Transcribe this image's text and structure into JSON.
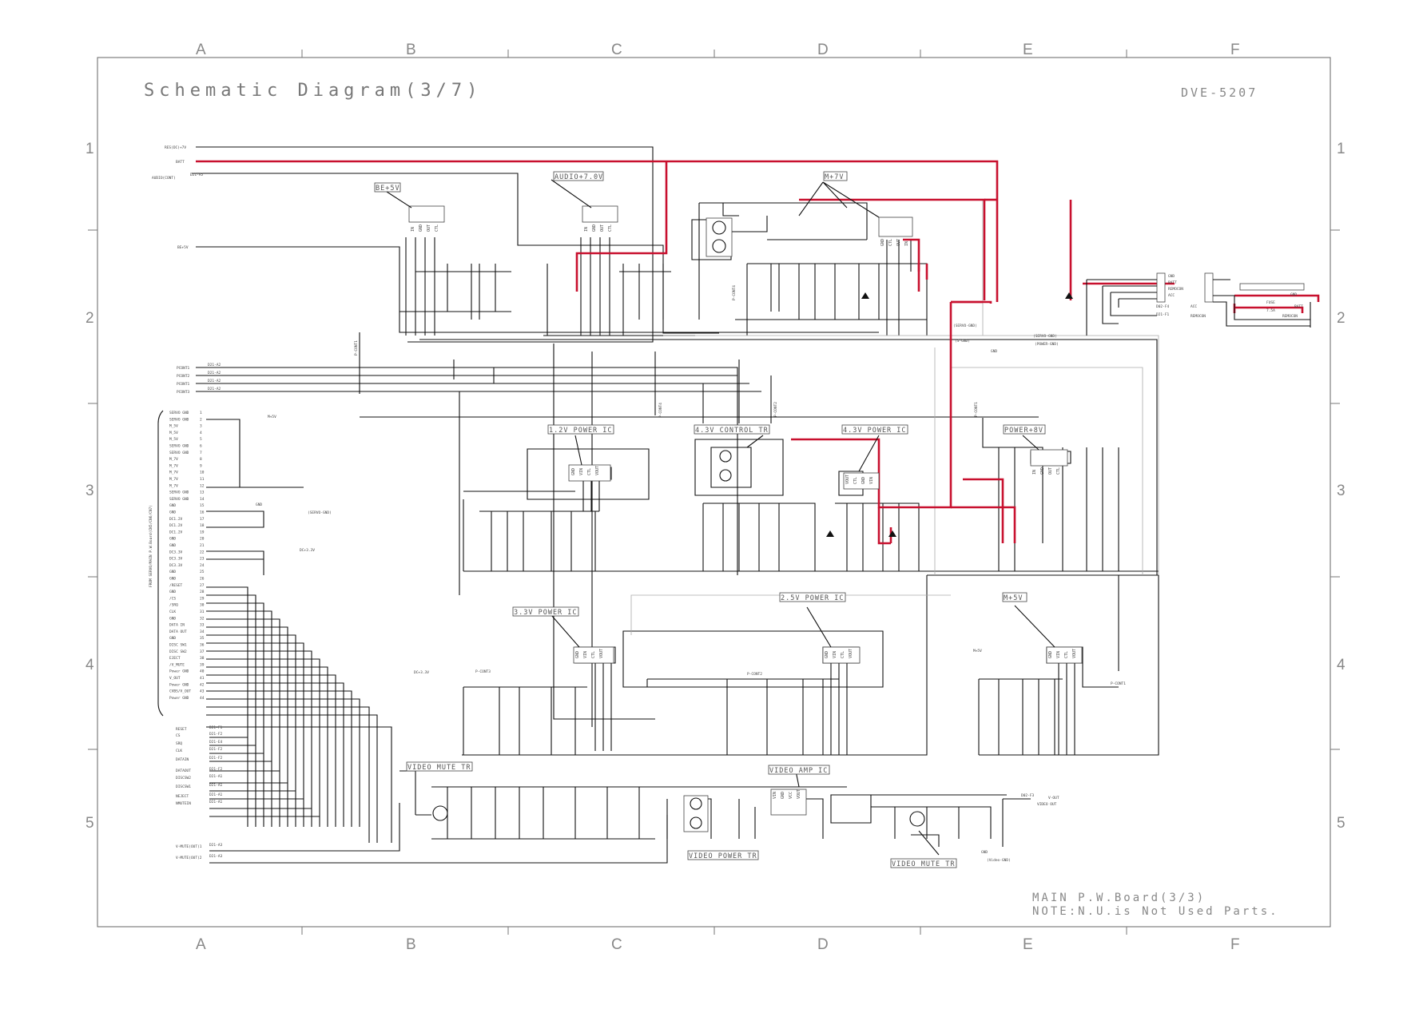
{
  "title": "Schematic Diagram(3/7)",
  "model": "DVE-5207",
  "grid": {
    "columns": [
      "A",
      "B",
      "C",
      "D",
      "E",
      "F"
    ],
    "rows": [
      "1",
      "2",
      "3",
      "4",
      "5"
    ]
  },
  "blocks": {
    "be5v": "BE+5V",
    "audio7v": "AUDIO+7.0V",
    "m7v": "M+7V",
    "p12v": "1.2V POWER IC",
    "control43": "4.3V CONTROL TR",
    "p43v": "4.3V POWER IC",
    "power8v": "POWER+8V",
    "p33v": "3.3V POWER IC",
    "p25v": "2.5V POWER IC",
    "m5v": "M+5V",
    "video_mute_1": "VIDEO MUTE TR",
    "video_amp": "VIDEO AMP IC",
    "video_power": "VIDEO POWER TR",
    "video_mute_2": "VIDEO MUTE TR"
  },
  "left_top_ports": [
    "RES(DC)+7V",
    "BATT",
    "AUDIO(CONT)",
    "BE+5V"
  ],
  "left_top_refs": [
    "D21-A5"
  ],
  "pcont_ports": [
    {
      "label": "PCONT1",
      "ref": "D21-A2"
    },
    {
      "label": "PCONT2",
      "ref": "D21-A2"
    },
    {
      "label": "PCONT1",
      "ref": "D21-A2"
    },
    {
      "label": "PCONT3",
      "ref": "D21-A2"
    }
  ],
  "connector_vertical_label": "FROM SERVO/MAIN P.W.Board(CN5/CN6/CN7)",
  "connector_pins": [
    "SERVO GND",
    "SERVO GND",
    "M_5V",
    "M_5V",
    "M_5V",
    "SERVO GND",
    "SERVO GND",
    "M_7V",
    "M_7V",
    "M_7V",
    "M_7V",
    "M_7V",
    "SERVO GND",
    "SERVO GND",
    "GND",
    "GND",
    "DC1.2V",
    "DC1.2V",
    "DC1.2V",
    "GND",
    "GND",
    "DC3.3V",
    "DC3.3V",
    "DC3.3V",
    "GND",
    "GND",
    "/RESET",
    "GND",
    "/CS",
    "/SRQ",
    "CLK",
    "GND",
    "DATA IN",
    "DATA OUT",
    "GND",
    "DISC SW1",
    "DISC SW2",
    "EJECT",
    "/V_MUTE",
    "Power GND",
    "V_OUT",
    "Power GND",
    "CVBS/V_OUT",
    "Power GND"
  ],
  "side_labels": {
    "mplus5v": "M+5V",
    "gnd": "GND",
    "servo_gnd": "(SERVO-GND)",
    "dc33v": "DC+3.3V"
  },
  "bottom_ports": [
    {
      "label": "RESET",
      "ref": "D21-F1"
    },
    {
      "label": "CS",
      "ref": "D21-F2"
    },
    {
      "label": "SRQ",
      "ref": "D21-E4"
    },
    {
      "label": "CLK",
      "ref": "D21-F2"
    },
    {
      "label": "DATAIN",
      "ref": "D21-F2"
    },
    {
      "label": "DATAOUT",
      "ref": "D21-F2"
    },
    {
      "label": "DISCSW2",
      "ref": "D21-A1"
    },
    {
      "label": "DISCSW1",
      "ref": "D21-A1"
    },
    {
      "label": "NEJECT",
      "ref": "D21-A1"
    },
    {
      "label": "NMUTEIN",
      "ref": "D21-A1"
    },
    {
      "label": "V-MUTE(OUT)1",
      "ref": "D21-A3"
    },
    {
      "label": "V-MUTE(OUT)2",
      "ref": "D21-A3"
    }
  ],
  "right_connector": {
    "pins": [
      "GND",
      "BATT",
      "REMOCON",
      "ACC"
    ],
    "refs": [
      "D02-F4",
      "D21-F1"
    ],
    "outputs": [
      "ACC",
      "REMOCON"
    ],
    "fuse_labels": [
      "FUSE",
      "7.5A",
      "BATT",
      "REMOCON"
    ],
    "gnd": "GND"
  },
  "net_labels": {
    "servo_gnd": "(SERVO-GND)",
    "s_gnd": "(S-GND)",
    "power_gnd": "(POWER-GND)",
    "gnd": "GND",
    "video_gnd": "(Video-GND)",
    "pcont1": "P-CONT1",
    "pcont2": "P-CONT2",
    "pcont3": "P-CONT3",
    "pcont4": "P-CONT4",
    "dc33v": "DC+3.3V",
    "mplus5v": "M+5V",
    "d02_f3": "D02-F3",
    "vout": "V-OUT",
    "video_out": "VIDEO OUT"
  },
  "ic_pins": {
    "be5v": [
      "IN",
      "GND",
      "OUT",
      "CTL"
    ],
    "audio7v": [
      "IN",
      "GND",
      "OUT",
      "CTL"
    ],
    "m7v": [
      "GND",
      "CTL",
      "OUT",
      "IN"
    ],
    "p12v": [
      "GND",
      "VIN",
      "CTL",
      "VOUT"
    ],
    "p43v": [
      "VOUT",
      "CTL",
      "GND",
      "VIN"
    ],
    "power8v": [
      "IN",
      "GND",
      "OUT",
      "CTL"
    ],
    "p33v": [
      "GND",
      "VIN",
      "CTL",
      "VOUT"
    ],
    "p25v": [
      "GND",
      "VIN",
      "CTL",
      "VOUT"
    ],
    "m5v": [
      "GND",
      "VIN",
      "CTL",
      "VOUT"
    ],
    "video_amp": [
      "VIN",
      "GND",
      "VCC",
      "VOUT"
    ]
  },
  "footer": {
    "board": "MAIN P.W.Board(3/3)",
    "note": "NOTE:N.U.is Not Used Parts."
  },
  "colors": {
    "wire": "#111111",
    "power_rail": "#c8102e",
    "frame": "#666666",
    "annotation": "#888888"
  }
}
